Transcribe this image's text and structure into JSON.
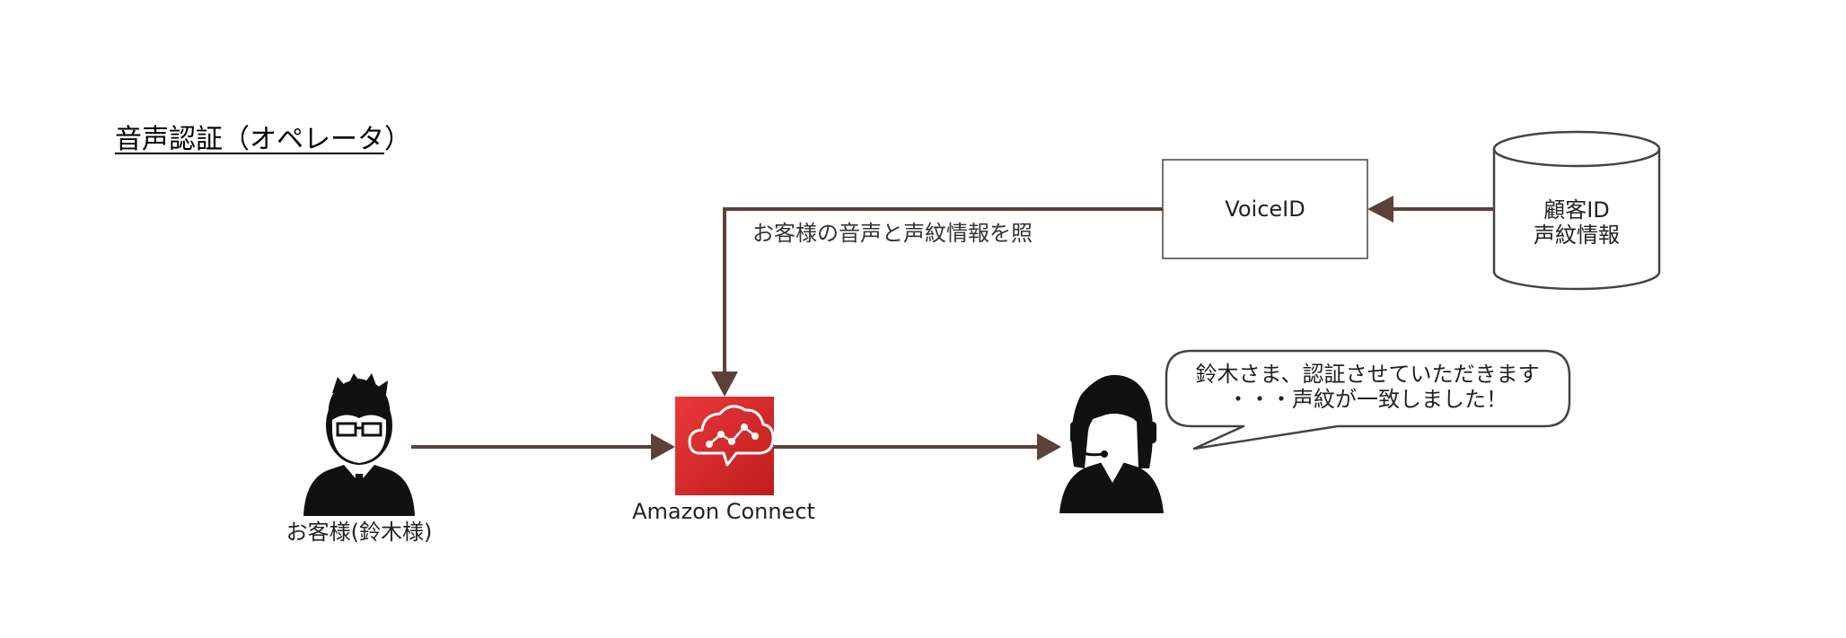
{
  "diagram": {
    "title": "音声認証（オペレータ）",
    "customer_label": "お客様(鈴木様)",
    "connect_label": "Amazon Connect",
    "voiceid_label": "VoiceID",
    "db_label_line1": "顧客ID",
    "db_label_line2": "声紋情報",
    "flow_label": "お客様の音声と声紋情報を照",
    "speech_line1": "鈴木さま、認証させていただきます",
    "speech_line2": "・・・声紋が一致しました！",
    "colors": {
      "arrow": "#5d4037",
      "connect_top": "#e02b2b",
      "connect_bottom": "#c81c1c",
      "border": "#444444"
    },
    "icons": [
      "customer-person-icon",
      "amazon-connect-cloud-icon",
      "operator-headset-icon",
      "database-cylinder-icon"
    ]
  }
}
